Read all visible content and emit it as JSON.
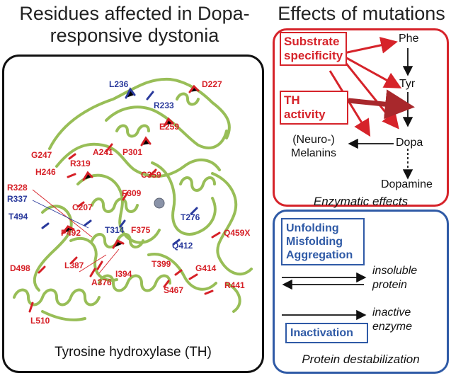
{
  "titles": {
    "left": "Residues affected in Dopa-responsive dystonia",
    "right": "Effects of mutations"
  },
  "protein": {
    "caption": "Tyrosine hydroxylase (TH)",
    "residues_red": [
      "D227",
      "E259",
      "G247",
      "A241",
      "P301",
      "H246",
      "R319",
      "C359",
      "R328",
      "C207",
      "F309",
      "P492",
      "F375",
      "Q459X",
      "D498",
      "L387",
      "I394",
      "T399",
      "G414",
      "A376",
      "R441",
      "S467",
      "L510"
    ],
    "residues_blue": [
      "L236",
      "R233",
      "R337",
      "T494",
      "T276",
      "T314",
      "Q412"
    ]
  },
  "enzymatic": {
    "box1": "Substrate specificity",
    "box2": "TH activity",
    "phe": "Phe",
    "tyr": "Tyr",
    "dopa": "Dopa",
    "dopamine": "Dopamine",
    "melanins": "(Neuro-) Melanins",
    "caption": "Enzymatic effects"
  },
  "stability": {
    "box1": "Unfolding Misfolding Aggregation",
    "box2": "Inactivation",
    "insoluble": "insoluble protein",
    "inactive": "inactive enzyme",
    "caption": "Protein destabilization"
  },
  "colors": {
    "red": "#d6232a",
    "blue": "#2f5aa6",
    "ribbon": "#93bb4f",
    "residue_red": "#d62027",
    "residue_blue": "#2a3a9c"
  }
}
